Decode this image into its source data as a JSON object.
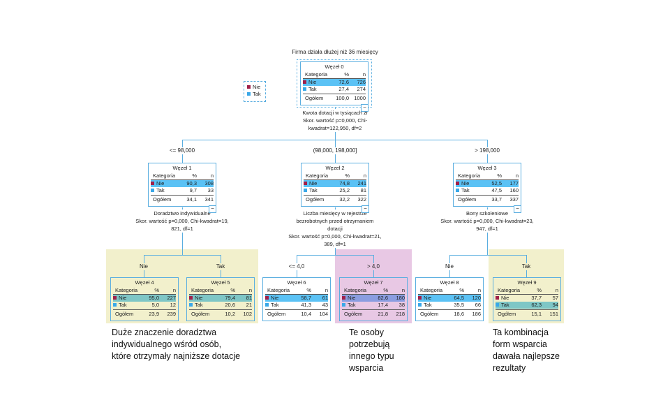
{
  "title": "Firma działa dłużej niż 36 miesięcy",
  "legend": [
    {
      "label": "Nie",
      "color": "#a0204a"
    },
    {
      "label": "Tak",
      "color": "#3aa8e8"
    }
  ],
  "columns": {
    "category": "Kategoria",
    "percent": "%",
    "n": "n",
    "total": "Ogółem"
  },
  "highlight_colors": {
    "default": "#5bc2f5",
    "yellow": "#7ec6c6",
    "pink": "#8a9de0",
    "yellow_region": "#f2f0cc",
    "pink_region": "#e8c8e4"
  },
  "nodes": [
    {
      "name": "Węzeł 0",
      "rows": [
        [
          "Nie",
          "72,6",
          "726"
        ],
        [
          "Tak",
          "27,4",
          "274"
        ]
      ],
      "total": [
        "100,0",
        "1000"
      ],
      "hl": 0,
      "region": "none"
    },
    {
      "name": "Węzeł 1",
      "rows": [
        [
          "Nie",
          "90,3",
          "308"
        ],
        [
          "Tak",
          "9,7",
          "33"
        ]
      ],
      "total": [
        "34,1",
        "341"
      ],
      "hl": 0,
      "region": "none"
    },
    {
      "name": "Węzeł 2",
      "rows": [
        [
          "Nie",
          "74,8",
          "241"
        ],
        [
          "Tak",
          "25,2",
          "81"
        ]
      ],
      "total": [
        "32,2",
        "322"
      ],
      "hl": 0,
      "region": "none"
    },
    {
      "name": "Węzeł 3",
      "rows": [
        [
          "Nie",
          "52,5",
          "177"
        ],
        [
          "Tak",
          "47,5",
          "160"
        ]
      ],
      "total": [
        "33,7",
        "337"
      ],
      "hl": 0,
      "region": "none"
    },
    {
      "name": "Węzeł 4",
      "rows": [
        [
          "Nie",
          "95,0",
          "227"
        ],
        [
          "Tak",
          "5,0",
          "12"
        ]
      ],
      "total": [
        "23,9",
        "239"
      ],
      "hl": 0,
      "region": "yellow"
    },
    {
      "name": "Węzeł 5",
      "rows": [
        [
          "Nie",
          "79,4",
          "81"
        ],
        [
          "Tak",
          "20,6",
          "21"
        ]
      ],
      "total": [
        "10,2",
        "102"
      ],
      "hl": 0,
      "region": "yellow"
    },
    {
      "name": "Węzeł 6",
      "rows": [
        [
          "Nie",
          "58,7",
          "61"
        ],
        [
          "Tak",
          "41,3",
          "43"
        ]
      ],
      "total": [
        "10,4",
        "104"
      ],
      "hl": 0,
      "region": "none"
    },
    {
      "name": "Węzeł 7",
      "rows": [
        [
          "Nie",
          "82,6",
          "180"
        ],
        [
          "Tak",
          "17,4",
          "38"
        ]
      ],
      "total": [
        "21,8",
        "218"
      ],
      "hl": 0,
      "region": "pink"
    },
    {
      "name": "Węzeł 8",
      "rows": [
        [
          "Nie",
          "64,5",
          "120"
        ],
        [
          "Tak",
          "35,5",
          "66"
        ]
      ],
      "total": [
        "18,6",
        "186"
      ],
      "hl": 0,
      "region": "none"
    },
    {
      "name": "Węzeł 9",
      "rows": [
        [
          "Nie",
          "37,7",
          "57"
        ],
        [
          "Tak",
          "62,3",
          "94"
        ]
      ],
      "total": [
        "15,1",
        "151"
      ],
      "hl": 1,
      "region": "yellow"
    }
  ],
  "splits": {
    "s0": [
      "Kwota dotacji w tysiącach zł",
      "Skor. wartość p=0,000, Chi-",
      "kwadrat=122,950, df=2"
    ],
    "s1": [
      "Doradztwo indywidualne",
      "Skor. wartość p=0,000, Chi-kwadrat=19,",
      "821, df=1"
    ],
    "s2": [
      "Liczba miesięcy w rejestrze",
      "bezrobotnych przed otrzymaniem",
      "dotacji",
      "Skor. wartość p=0,000, Chi-kwadrat=21,",
      "389, df=1"
    ],
    "s3": [
      "Bony szkoleniowe",
      "Skor. wartość p=0,000, Chi-kwadrat=23,",
      "947, df=1"
    ]
  },
  "branch_labels": {
    "b1": "<= 98,000",
    "b2": "(98,000, 198,000]",
    "b3": "> 198,000",
    "b4": "Nie",
    "b5": "Tak",
    "b6": "<= 4,0",
    "b7": "> 4,0",
    "b8": "Nie",
    "b9": "Tak"
  },
  "captions": {
    "left": [
      "Duże znaczenie doradztwa",
      "indywidualnego wśród osób,",
      "które otrzymały najniższe dotacje"
    ],
    "middle": [
      "Te osoby",
      "potrzebują",
      "innego typu",
      "wsparcia"
    ],
    "right": [
      "Ta kombinacja",
      "form wsparcia",
      "dawała najlepsze",
      "rezultaty"
    ]
  }
}
